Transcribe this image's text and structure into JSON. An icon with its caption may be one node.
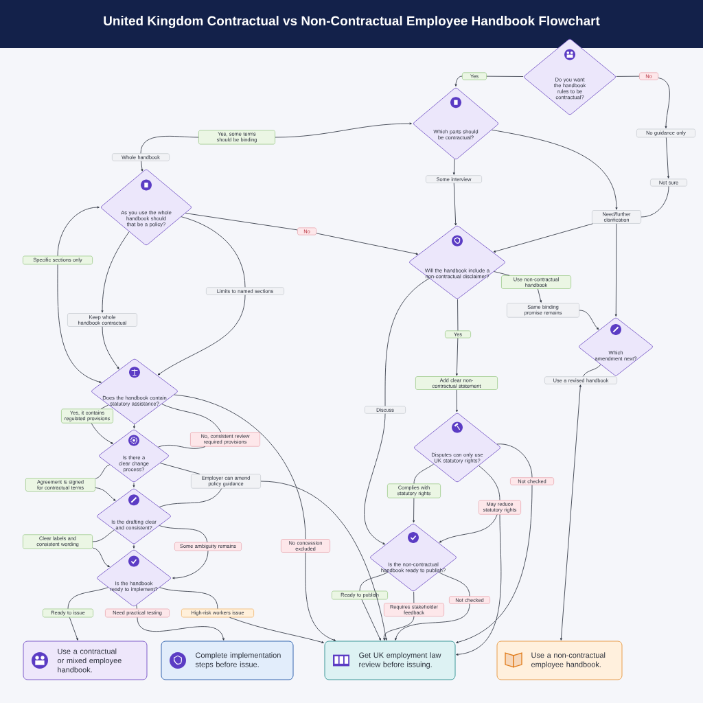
{
  "diagram": {
    "title": "United Kingdom Contractual vs Non-Contractual Employee Handbook Flowchart",
    "nodes": [
      {
        "text": [
          "Do you want the handbook rules to be contractual?"
        ]
      },
      {
        "text": [
          "Yes"
        ]
      },
      {
        "text": [
          "No"
        ]
      },
      {
        "text": [
          "Which parts should be contractual?"
        ]
      },
      {
        "text": [
          "No guidance only"
        ]
      },
      {
        "text": [
          "Not sure"
        ]
      },
      {
        "text": [
          "Need/further clarification"
        ]
      },
      {
        "text": [
          "Yes, some terms should be binding"
        ]
      },
      {
        "text": [
          "Whole handbook"
        ]
      },
      {
        "text": [
          "Some interview"
        ]
      },
      {
        "text": [
          "As you use the whole handbook should that be a policy?"
        ]
      },
      {
        "text": [
          "No"
        ]
      },
      {
        "text": [
          "Will the handbook include a non-contractual disclaimer?"
        ]
      },
      {
        "text": [
          "Specific sections only"
        ]
      },
      {
        "text": [
          "Limits to named sections"
        ]
      },
      {
        "text": [
          "Keep whole handbook contractual"
        ]
      },
      {
        "text": [
          "Use non-contractual handbook"
        ]
      },
      {
        "text": [
          "Same binding promise remains"
        ]
      },
      {
        "text": [
          "Yes"
        ]
      },
      {
        "text": [
          "Which amendment next?"
        ]
      },
      {
        "text": [
          "Use a revised handbook"
        ]
      },
      {
        "text": [
          "Add clear non-contractual statement"
        ]
      },
      {
        "text": [
          "Does the handbook contain statutory assistance?"
        ]
      },
      {
        "text": [
          "Discuss"
        ]
      },
      {
        "text": [
          "Yes, it contains regulated provisions"
        ]
      },
      {
        "text": [
          "Disputes can only use UK statutory rights?"
        ]
      },
      {
        "text": [
          "No, consistent review required provisions"
        ]
      },
      {
        "text": [
          "Is there a clear change process?"
        ]
      },
      {
        "text": [
          "Employer can amend policy guidance"
        ]
      },
      {
        "text": [
          "Agreement is signed for contractual terms"
        ]
      },
      {
        "text": [
          "Not checked"
        ]
      },
      {
        "text": [
          "Complies with statutory rights"
        ]
      },
      {
        "text": [
          "May reduce statutory rights"
        ]
      },
      {
        "text": [
          "Is the drafting clear and consistent?"
        ]
      },
      {
        "text": [
          "Clear labels and consistent wording"
        ]
      },
      {
        "text": [
          "Some ambiguity remains"
        ]
      },
      {
        "text": [
          "No concession excluded"
        ]
      },
      {
        "text": [
          "Is the non-contractual handbook ready to publish?"
        ]
      },
      {
        "text": [
          "Is the handbook ready to implement?"
        ]
      },
      {
        "text": [
          "Ready to issue"
        ]
      },
      {
        "text": [
          "Need practical testing"
        ]
      },
      {
        "text": [
          "High-risk workers issue"
        ]
      },
      {
        "text": [
          "Ready to publish"
        ]
      },
      {
        "text": [
          "Requires stakeholder feedback"
        ]
      },
      {
        "text": [
          "Not checked"
        ]
      },
      {
        "text": [
          "Use a contractual or mixed employee handbook."
        ]
      },
      {
        "text": [
          "Complete implementation steps before issue."
        ]
      },
      {
        "text": [
          "Get UK employment law review before issuing."
        ]
      },
      {
        "text": [
          "Use a non-contractual employee handbook."
        ]
      }
    ],
    "edges": [
      {
        "from": 0,
        "to": 1,
        "arrow": "none"
      },
      {
        "from": 1,
        "to": 3,
        "arrow": "to"
      },
      {
        "from": 0,
        "to": 2,
        "arrow": "none"
      },
      {
        "from": 2,
        "to": 4,
        "arrow": "to"
      },
      {
        "from": 4,
        "to": 5,
        "arrow": "to"
      },
      {
        "from": 5,
        "to": 6,
        "arrow": "none"
      },
      {
        "from": 3,
        "to": 6,
        "arrow": "to"
      },
      {
        "from": 6,
        "to": 12,
        "arrow": "to"
      },
      {
        "from": 6,
        "to": 19,
        "arrow": "to"
      },
      {
        "from": 7,
        "to": 3,
        "arrow": "to"
      },
      {
        "from": 7,
        "to": 8,
        "arrow": "none"
      },
      {
        "from": 8,
        "to": 10,
        "arrow": "to"
      },
      {
        "from": 3,
        "to": 9,
        "arrow": "to"
      },
      {
        "from": 9,
        "to": 12,
        "arrow": "to"
      },
      {
        "from": 10,
        "to": 11,
        "arrow": "none"
      },
      {
        "from": 11,
        "to": 12,
        "arrow": "to"
      },
      {
        "from": 10,
        "to": 15,
        "arrow": "to"
      },
      {
        "from": 10,
        "to": 14,
        "arrow": "none"
      },
      {
        "from": 15,
        "to": 22,
        "arrow": "to"
      },
      {
        "from": 14,
        "to": 22,
        "arrow": "to"
      },
      {
        "from": 13,
        "to": 10,
        "arrow": "to"
      },
      {
        "from": 13,
        "to": 22,
        "arrow": "to"
      },
      {
        "from": 12,
        "to": 16,
        "arrow": "none"
      },
      {
        "from": 16,
        "to": 17,
        "arrow": "to"
      },
      {
        "from": 17,
        "to": 19,
        "arrow": "to"
      },
      {
        "from": 12,
        "to": 18,
        "arrow": "none"
      },
      {
        "from": 18,
        "to": 21,
        "arrow": "to"
      },
      {
        "from": 21,
        "to": 25,
        "arrow": "to"
      },
      {
        "from": 12,
        "to": 23,
        "arrow": "none"
      },
      {
        "from": 23,
        "to": 37,
        "arrow": "to"
      },
      {
        "from": 19,
        "to": 20,
        "arrow": "none"
      },
      {
        "from": 20,
        "to": 48,
        "arrow": "both"
      },
      {
        "from": 22,
        "to": 24,
        "arrow": "none"
      },
      {
        "from": 24,
        "to": 27,
        "arrow": "to"
      },
      {
        "from": 22,
        "to": 27,
        "arrow": "to"
      },
      {
        "from": 22,
        "to": 26,
        "arrow": "none"
      },
      {
        "from": 26,
        "to": 27,
        "arrow": "none"
      },
      {
        "from": 22,
        "to": 36,
        "arrow": "none"
      },
      {
        "from": 36,
        "to": 47,
        "arrow": "to"
      },
      {
        "from": 27,
        "to": 28,
        "arrow": "none"
      },
      {
        "from": 28,
        "to": 47,
        "arrow": "to"
      },
      {
        "from": 28,
        "to": 33,
        "arrow": "none"
      },
      {
        "from": 29,
        "to": 33,
        "arrow": "to"
      },
      {
        "from": 29,
        "to": 27,
        "arrow": "none"
      },
      {
        "from": 27,
        "to": 33,
        "arrow": "to"
      },
      {
        "from": 33,
        "to": 34,
        "arrow": "none"
      },
      {
        "from": 34,
        "to": 38,
        "arrow": "to"
      },
      {
        "from": 33,
        "to": 38,
        "arrow": "to"
      },
      {
        "from": 33,
        "to": 35,
        "arrow": "none"
      },
      {
        "from": 35,
        "to": 38,
        "arrow": "to"
      },
      {
        "from": 38,
        "to": 39,
        "arrow": "none"
      },
      {
        "from": 38,
        "to": 40,
        "arrow": "none"
      },
      {
        "from": 38,
        "to": 41,
        "arrow": "none"
      },
      {
        "from": 39,
        "to": 45,
        "arrow": "to"
      },
      {
        "from": 40,
        "to": 46,
        "arrow": "to"
      },
      {
        "from": 41,
        "to": 47,
        "arrow": "to"
      },
      {
        "from": 25,
        "to": 31,
        "arrow": "none"
      },
      {
        "from": 31,
        "to": 37,
        "arrow": "to"
      },
      {
        "from": 25,
        "to": 32,
        "arrow": "none"
      },
      {
        "from": 32,
        "to": 37,
        "arrow": "to"
      },
      {
        "from": 32,
        "to": 47,
        "arrow": "to"
      },
      {
        "from": 25,
        "to": 30,
        "arrow": "none"
      },
      {
        "from": 30,
        "to": 47,
        "arrow": "to"
      },
      {
        "from": 37,
        "to": 42,
        "arrow": "none"
      },
      {
        "from": 37,
        "to": 43,
        "arrow": "none"
      },
      {
        "from": 37,
        "to": 44,
        "arrow": "none"
      },
      {
        "from": 42,
        "to": 47,
        "arrow": "to"
      },
      {
        "from": 43,
        "to": 47,
        "arrow": "to"
      },
      {
        "from": 44,
        "to": 47,
        "arrow": "to"
      }
    ]
  }
}
